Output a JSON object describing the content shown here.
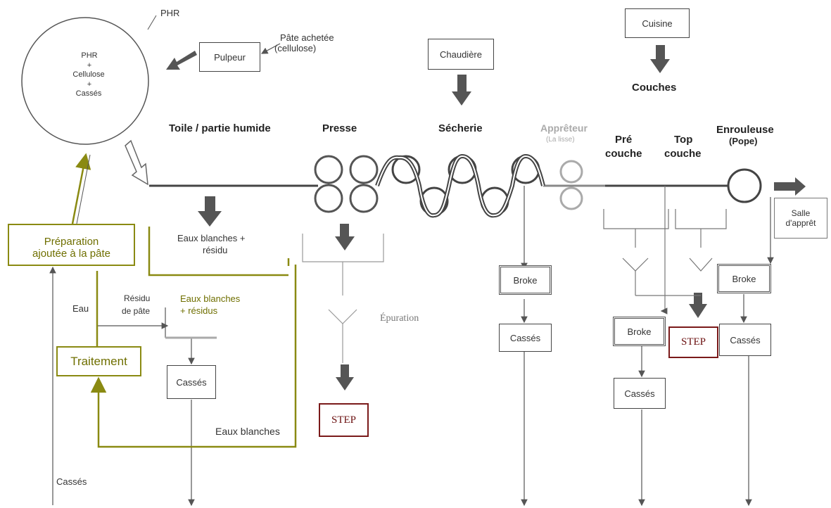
{
  "circle": {
    "tag": "PHR",
    "lines": [
      "PHR",
      "+",
      "Cellulose",
      "+",
      "Cassés"
    ]
  },
  "inputs": {
    "pulpeur": "Pulpeur",
    "pate_achetee_1": "Pâte achetée",
    "pate_achetee_2": "(cellulose)",
    "chaudiere": "Chaudière",
    "cuisine": "Cuisine",
    "couches": "Couches"
  },
  "sections": {
    "toile": "Toile / partie humide",
    "presse": "Presse",
    "secherie": "Sécherie",
    "appreteur": "Apprêteur",
    "appreteur_sub": "(La lisse)",
    "pre_1": "Pré",
    "pre_2": "couche",
    "top_1": "Top",
    "top_2": "couche",
    "enrouleuse": "Enrouleuse",
    "enrouleuse_sub": "(Pope)",
    "salle_1": "Salle",
    "salle_2": "d'apprêt"
  },
  "flows": {
    "eaux_blanches_residu_1": "Eaux blanches +",
    "eaux_blanches_residu_2": "résidu",
    "epuration": "Épuration",
    "eau": "Eau",
    "residu_1": "Résidu",
    "residu_2": "de pâte",
    "eaux_blanches": "Eaux blanches",
    "casses_left": "Cassés"
  },
  "boxes": {
    "broke_1": "Broke",
    "broke_2": "Broke",
    "broke_3": "Broke",
    "casses_1": "Cassés",
    "casses_2": "Cassés",
    "casses_3": "Cassés",
    "casses_4": "Cassés",
    "step_1": "STEP",
    "step_2": "STEP"
  },
  "annotations": {
    "preparation_1": "Préparation",
    "preparation_2": "ajoutée à la pâte",
    "traitement": "Traitement",
    "eaux_blanches_residus_1": "Eaux blanches",
    "eaux_blanches_residus_2": "+ résidus"
  },
  "colors": {
    "line": "#444444",
    "olive": "#8a8a12",
    "step_border": "#7a1a1a",
    "arrow_fill": "#555555"
  }
}
